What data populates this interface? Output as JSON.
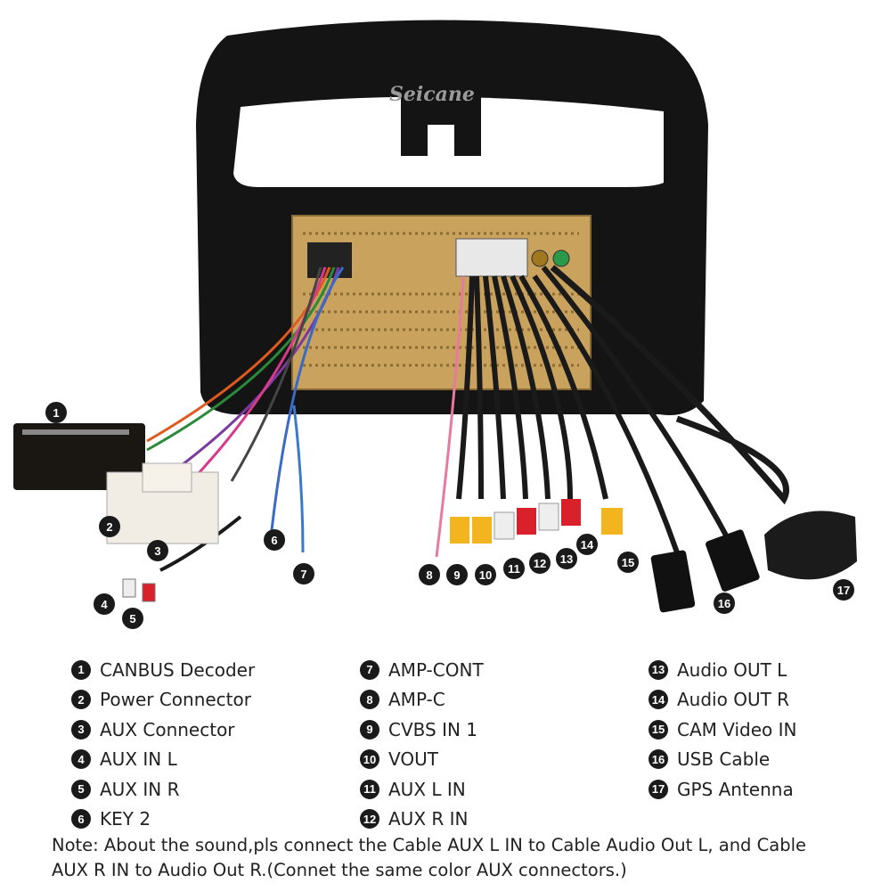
{
  "figure": {
    "watermark": "Seicane",
    "callouts": [
      "1",
      "2",
      "3",
      "4",
      "5",
      "6",
      "7",
      "8",
      "9",
      "10",
      "11",
      "12",
      "13",
      "14",
      "15",
      "16",
      "17"
    ]
  },
  "legend": {
    "col1": [
      {
        "num": "1",
        "label": "CANBUS Decoder"
      },
      {
        "num": "2",
        "label": "Power Connector"
      },
      {
        "num": "3",
        "label": "AUX Connector"
      },
      {
        "num": "4",
        "label": "AUX IN L"
      },
      {
        "num": "5",
        "label": "AUX IN R"
      },
      {
        "num": "6",
        "label": "KEY 2"
      }
    ],
    "col2": [
      {
        "num": "7",
        "label": "AMP-CONT"
      },
      {
        "num": "8",
        "label": "AMP-C"
      },
      {
        "num": "9",
        "label": "CVBS IN 1"
      },
      {
        "num": "10",
        "label": "VOUT"
      },
      {
        "num": "11",
        "label": "AUX L IN"
      },
      {
        "num": "12",
        "label": "AUX R IN"
      }
    ],
    "col3": [
      {
        "num": "13",
        "label": "Audio OUT L"
      },
      {
        "num": "14",
        "label": "Audio OUT R"
      },
      {
        "num": "15",
        "label": "CAM Video IN"
      },
      {
        "num": "16",
        "label": "USB Cable"
      },
      {
        "num": "17",
        "label": "GPS Antenna"
      }
    ]
  },
  "note": "Note: About the sound,pls connect the Cable AUX L IN to Cable Audio Out L, and Cable AUX R IN to Audio Out R.(Connet the same color AUX connectors.)",
  "colors": {
    "frame": "#151515",
    "chassis": "#c9a25e",
    "badge": "#1a1a1a",
    "rca_red": "#d8212a",
    "rca_white": "#eeeeee",
    "rca_yellow": "#f2b51e"
  }
}
